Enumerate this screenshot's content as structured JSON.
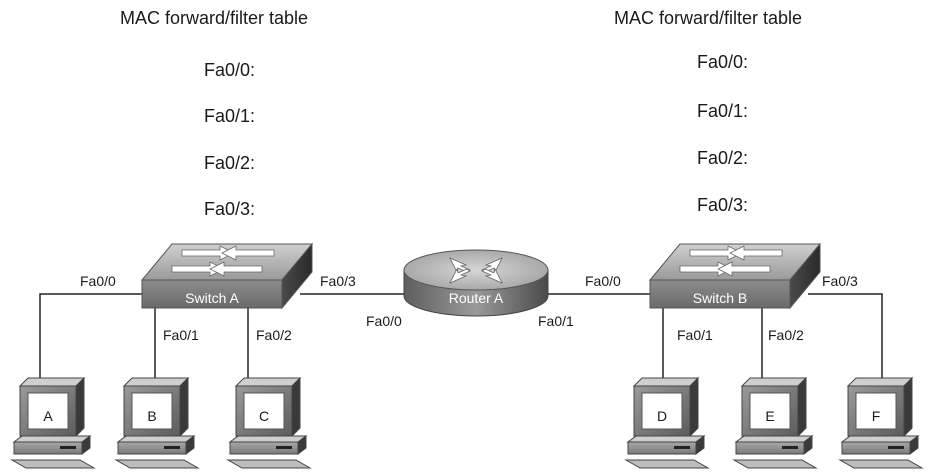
{
  "tables": [
    {
      "title": "MAC forward/filter table",
      "entries": [
        "Fa0/0:",
        "Fa0/1:",
        "Fa0/2:",
        "Fa0/3:"
      ]
    },
    {
      "title": "MAC forward/filter table",
      "entries": [
        "Fa0/0:",
        "Fa0/1:",
        "Fa0/2:",
        "Fa0/3:"
      ]
    }
  ],
  "switch_a": {
    "label": "Switch A",
    "ports": {
      "p0": "Fa0/0",
      "p1": "Fa0/1",
      "p2": "Fa0/2",
      "p3": "Fa0/3"
    }
  },
  "router_a": {
    "label": "Router A",
    "ports": {
      "left": "Fa0/0",
      "right": "Fa0/1"
    }
  },
  "switch_b": {
    "label": "Switch B",
    "ports": {
      "p0": "Fa0/0",
      "p1": "Fa0/1",
      "p2": "Fa0/2",
      "p3": "Fa0/3"
    }
  },
  "hosts": [
    "A",
    "B",
    "C",
    "D",
    "E",
    "F"
  ]
}
